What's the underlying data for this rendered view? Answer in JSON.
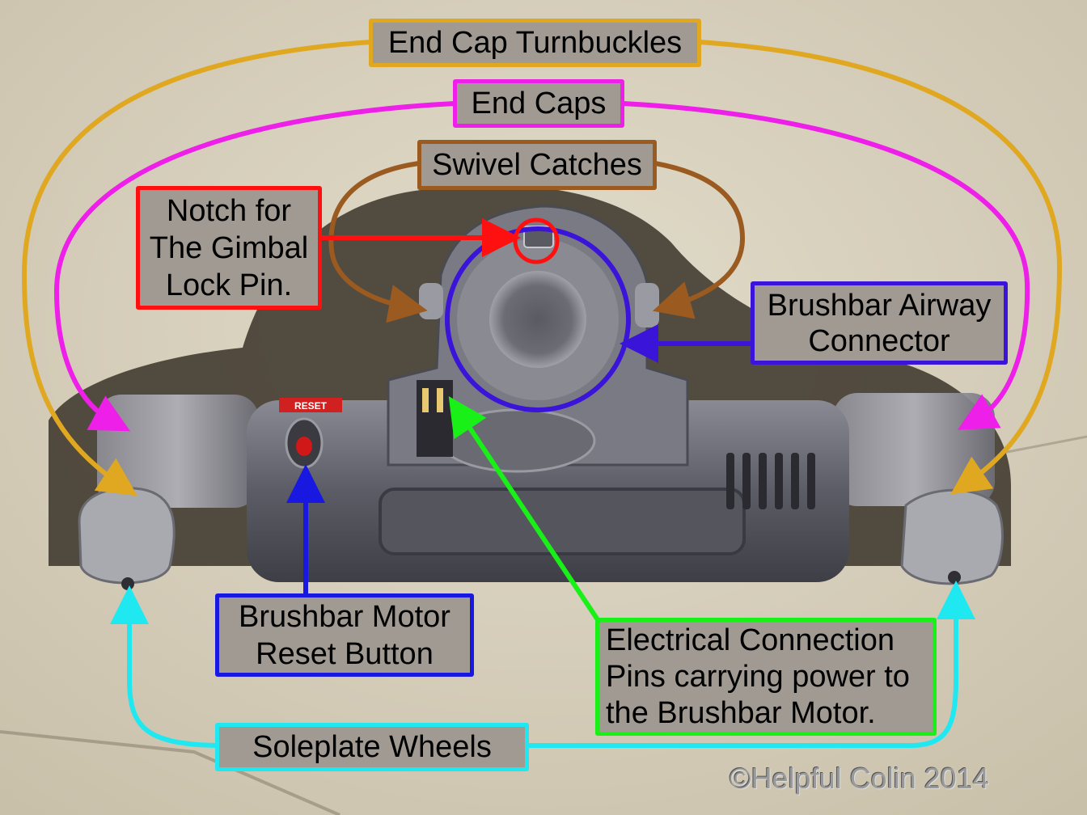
{
  "labels": {
    "end_cap_turnbuckles": "End Cap Turnbuckles",
    "end_caps": "End Caps",
    "swivel_catches": "Swivel Catches",
    "gimbal_notch": "Notch for\nThe Gimbal\nLock Pin.",
    "brushbar_airway": "Brushbar Airway\nConnector",
    "reset_button": "Brushbar Motor\nReset Button",
    "electrical_pins": "Electrical Connection\nPins carrying power to\nthe Brushbar Motor.",
    "soleplate_wheels": "Soleplate Wheels",
    "reset_decal": "RESET"
  },
  "copyright": "©Helpful Colin 2014",
  "colors": {
    "end_cap_turnbuckles": "#e0a820",
    "end_caps": "#ee1fe8",
    "swivel_catches": "#9a5a20",
    "gimbal_notch": "#ff1010",
    "brushbar_airway": "#3a14d8",
    "reset_button": "#1818e0",
    "electrical_pins": "#18f018",
    "soleplate_wheels": "#20e8f0",
    "pavement": "#d8d0bc",
    "machine": "#6a6a72"
  }
}
